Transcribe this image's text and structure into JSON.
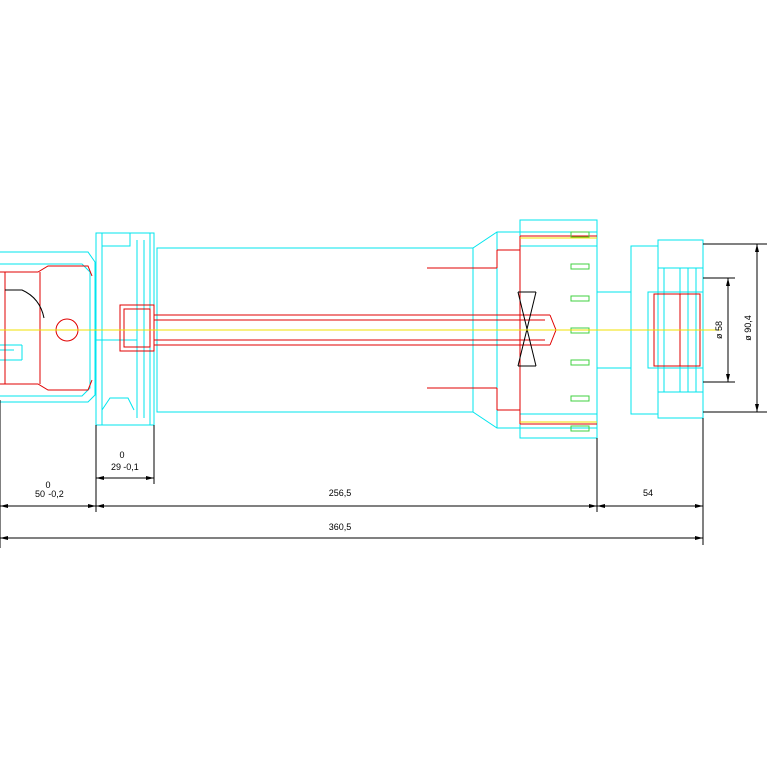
{
  "dimensions": {
    "d1_value": "50",
    "d1_tol_upper": "0",
    "d1_tol_lower": "-0,2",
    "d2_value": "29",
    "d2_tol_upper": "0",
    "d2_tol_lower": "-0,1",
    "d3_value": "256,5",
    "d4_value": "54",
    "overall_value": "360,5",
    "diameter_inner": "ø 58",
    "diameter_outer": "ø 90,4"
  },
  "colors": {
    "body_outline": "#00e5ee",
    "section_lines": "#e00000",
    "centerline": "#f0e000",
    "bolts": "#40d040",
    "dimension_lines": "#000000",
    "background": "#ffffff"
  }
}
